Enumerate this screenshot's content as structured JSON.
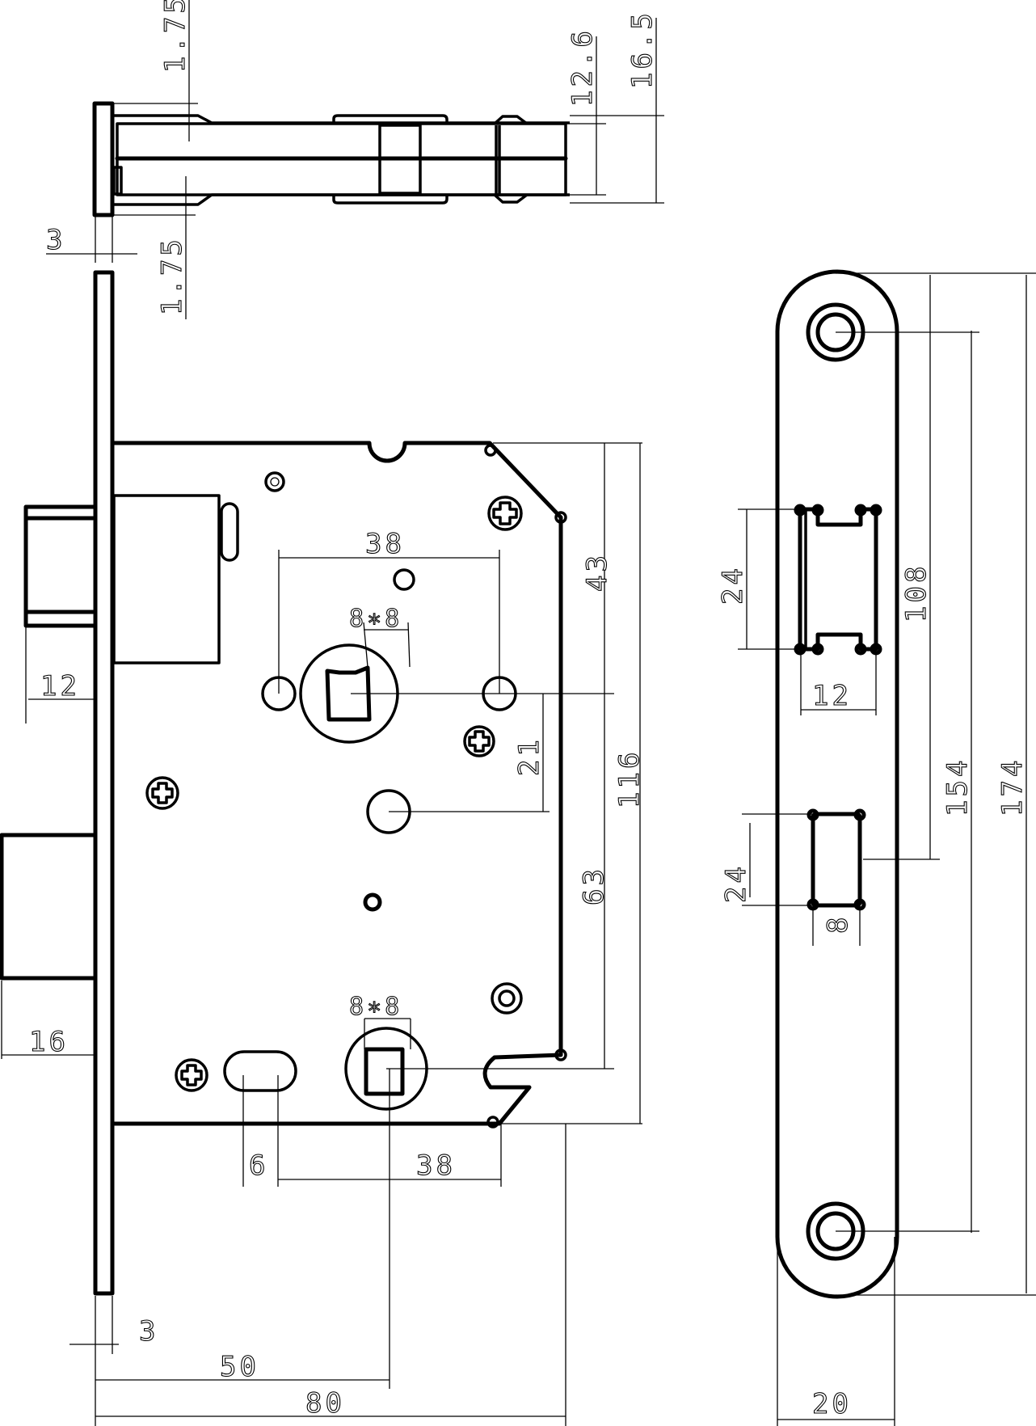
{
  "drawing": {
    "subject": "Mortise lock body, side view and strike plate",
    "line_color": "#000000",
    "background": "#ffffff"
  },
  "top_view": {
    "dims": {
      "top_offset": "1.75",
      "bottom_offset": "1.75",
      "faceplate_thickness": "3",
      "body_depth_inner": "12.6",
      "body_depth_outer": "16.5"
    }
  },
  "side_view": {
    "dims": {
      "follower_spacing": "38",
      "follower_square": "8∗8",
      "cylinder_square": "8∗8",
      "top_to_follower": "43",
      "follower_to_hole": "21",
      "follower_to_cylinder": "63",
      "case_height": "116",
      "latch_projection": "12",
      "deadbolt_projection": "16",
      "slot_width": "6",
      "cylinder_offset": "38",
      "faceplate_thickness": "3",
      "backset": "50",
      "case_depth": "80"
    }
  },
  "strike_plate": {
    "dims": {
      "latch_opening_height": "24",
      "latch_opening_width": "12",
      "bolt_opening_height": "24",
      "bolt_opening_width": "8",
      "latch_to_bolt": "108",
      "screw_spacing": "154",
      "overall_length": "174",
      "plate_width": "20"
    }
  }
}
